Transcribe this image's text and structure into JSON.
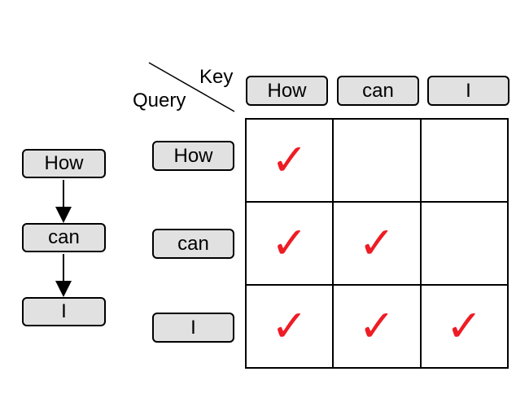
{
  "sequence": {
    "tokens": [
      "How",
      "can",
      "I"
    ]
  },
  "matrix": {
    "key_label": "Key",
    "query_label": "Query",
    "keys": [
      "How",
      "can",
      "I"
    ],
    "queries": [
      "How",
      "can",
      "I"
    ],
    "checks": [
      [
        true,
        false,
        false
      ],
      [
        true,
        true,
        false
      ],
      [
        true,
        true,
        true
      ]
    ],
    "check_symbol": "✓",
    "check_color": "#ee1c25"
  }
}
